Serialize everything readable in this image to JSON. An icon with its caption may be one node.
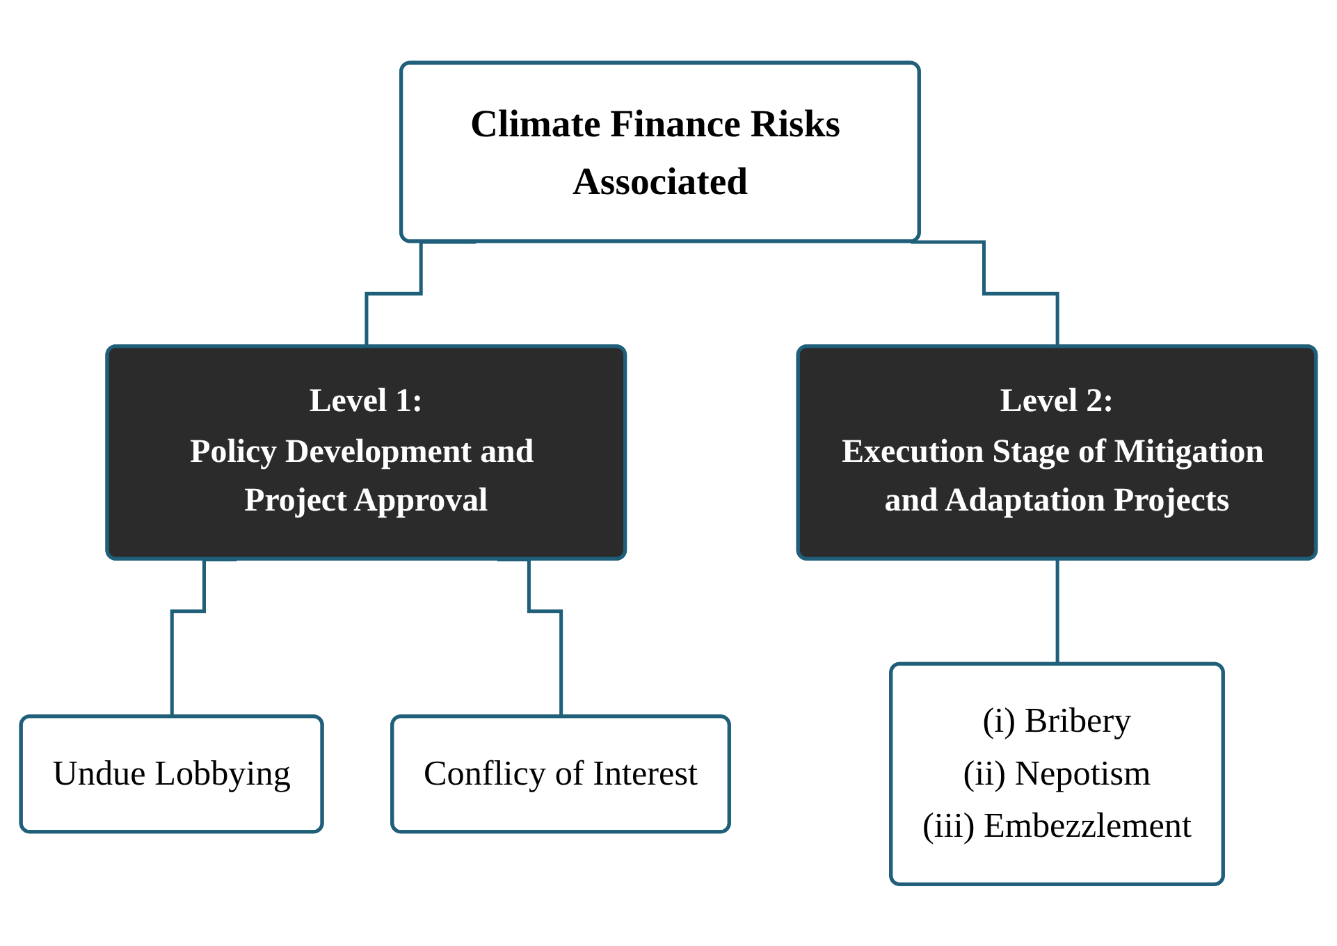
{
  "diagram": {
    "nodes": [
      {
        "text": [
          "Climate Finance Risks Associated"
        ]
      },
      {
        "text": [
          "Level 1:",
          "Policy Development and Project Approval"
        ]
      },
      {
        "text": [
          "Level 2:",
          "Execution Stage of Mitigation and Adaptation Projects"
        ]
      },
      {
        "text": [
          "Undue Lobbying"
        ]
      },
      {
        "text": [
          "Conflicy of Interest"
        ]
      },
      {
        "text": [
          "(i) Bribery",
          "(ii) Nepotism",
          "(iii) Embezzlement"
        ]
      }
    ],
    "edges": [
      {
        "from": 0,
        "to": 1,
        "arrow": "none"
      },
      {
        "from": 0,
        "to": 2,
        "arrow": "none"
      },
      {
        "from": 1,
        "to": 3,
        "arrow": "none"
      },
      {
        "from": 1,
        "to": 4,
        "arrow": "none"
      },
      {
        "from": 2,
        "to": 5,
        "arrow": "none"
      }
    ]
  }
}
